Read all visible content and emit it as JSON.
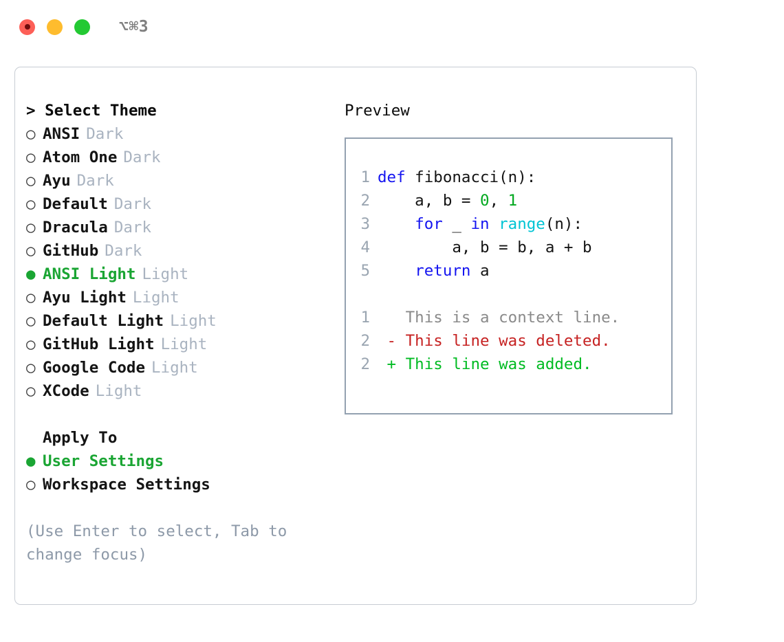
{
  "titlebar": {
    "shortcut": "⌥⌘3",
    "controls": [
      "close",
      "minimize",
      "maximize"
    ]
  },
  "left": {
    "header": "> Select Theme",
    "themes": [
      {
        "bullet": "○",
        "name": "ANSI",
        "tag": "Dark",
        "selected": false
      },
      {
        "bullet": "○",
        "name": "Atom One",
        "tag": "Dark",
        "selected": false
      },
      {
        "bullet": "○",
        "name": "Ayu",
        "tag": "Dark",
        "selected": false
      },
      {
        "bullet": "○",
        "name": "Default",
        "tag": "Dark",
        "selected": false
      },
      {
        "bullet": "○",
        "name": "Dracula",
        "tag": "Dark",
        "selected": false
      },
      {
        "bullet": "○",
        "name": "GitHub",
        "tag": "Dark",
        "selected": false
      },
      {
        "bullet": "●",
        "name": "ANSI Light",
        "tag": "Light",
        "selected": true
      },
      {
        "bullet": "○",
        "name": "Ayu Light",
        "tag": "Light",
        "selected": false
      },
      {
        "bullet": "○",
        "name": "Default Light",
        "tag": "Light",
        "selected": false
      },
      {
        "bullet": "○",
        "name": "GitHub Light",
        "tag": "Light",
        "selected": false
      },
      {
        "bullet": "○",
        "name": "Google Code",
        "tag": "Light",
        "selected": false
      },
      {
        "bullet": "○",
        "name": "XCode",
        "tag": "Light",
        "selected": false
      }
    ],
    "apply_to": {
      "label": "Apply To",
      "options": [
        {
          "bullet": "●",
          "name": "User Settings",
          "selected": true
        },
        {
          "bullet": "○",
          "name": "Workspace Settings",
          "selected": false
        }
      ]
    },
    "hint": "(Use Enter to select, Tab to change focus)"
  },
  "right": {
    "header": "Preview",
    "code_lines": [
      {
        "no": "1",
        "tokens": [
          {
            "t": "def",
            "c": "kw"
          },
          {
            "t": " fibonacci(n):",
            "c": "pl"
          }
        ]
      },
      {
        "no": "2",
        "tokens": [
          {
            "t": "    a, b = ",
            "c": "pl"
          },
          {
            "t": "0",
            "c": "num"
          },
          {
            "t": ", ",
            "c": "pl"
          },
          {
            "t": "1",
            "c": "num"
          }
        ]
      },
      {
        "no": "3",
        "tokens": [
          {
            "t": "    ",
            "c": "pl"
          },
          {
            "t": "for",
            "c": "kw"
          },
          {
            "t": " _ ",
            "c": "pl"
          },
          {
            "t": "in",
            "c": "kw"
          },
          {
            "t": " ",
            "c": "pl"
          },
          {
            "t": "range",
            "c": "fn"
          },
          {
            "t": "(n):",
            "c": "pl"
          }
        ]
      },
      {
        "no": "4",
        "tokens": [
          {
            "t": "        a, b = b, a + b",
            "c": "pl"
          }
        ]
      },
      {
        "no": "5",
        "tokens": [
          {
            "t": "    ",
            "c": "pl"
          },
          {
            "t": "return",
            "c": "kw"
          },
          {
            "t": " a",
            "c": "pl"
          }
        ]
      }
    ],
    "diff_lines": [
      {
        "no": "1",
        "marker": " ",
        "text": " This is a context line.",
        "kind": "ctx"
      },
      {
        "no": "2",
        "marker": "-",
        "text": " This line was deleted.",
        "kind": "del"
      },
      {
        "no": "2",
        "marker": "+",
        "text": " This line was added.",
        "kind": "add"
      }
    ]
  },
  "colors": {
    "accent_green": "#1aa533",
    "tag_gray": "#a9b3c0",
    "hint_gray": "#8d99a8",
    "keyword_blue": "#1414f0",
    "function_cyan": "#00c4d4",
    "number_green": "#00a81e",
    "diff_delete_red": "#c62222",
    "diff_add_green": "#00bb22",
    "panel_border": "#c7ccd3",
    "preview_border": "#93a1b0",
    "traffic_red": "#fd5f57",
    "traffic_yellow": "#febc2e",
    "traffic_green": "#23c933"
  }
}
